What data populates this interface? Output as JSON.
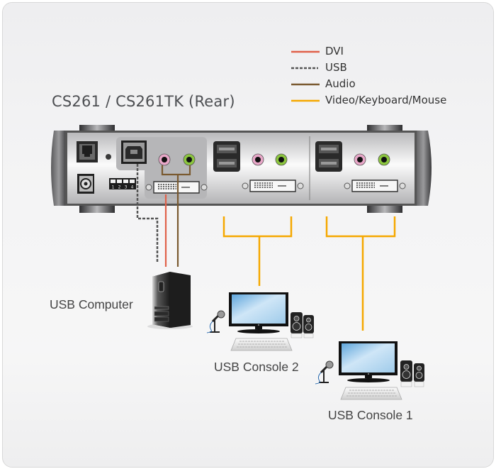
{
  "diagram": {
    "title": "CS261 / CS261TK (Rear)",
    "legend": [
      {
        "label": "DVI",
        "color": "#e0614a",
        "style": "solid"
      },
      {
        "label": "USB",
        "color": "#555555",
        "style": "dashed"
      },
      {
        "label": "Audio",
        "color": "#7a5a30",
        "style": "solid"
      },
      {
        "label": "Video/Keyboard/Mouse",
        "color": "#f5a800",
        "style": "solid"
      }
    ],
    "devices": {
      "computer": "USB Computer",
      "console2": "USB Console 2",
      "console1": "USB Console 1"
    },
    "dip_switch_numbers": [
      "1",
      "2",
      "3",
      "4"
    ]
  }
}
